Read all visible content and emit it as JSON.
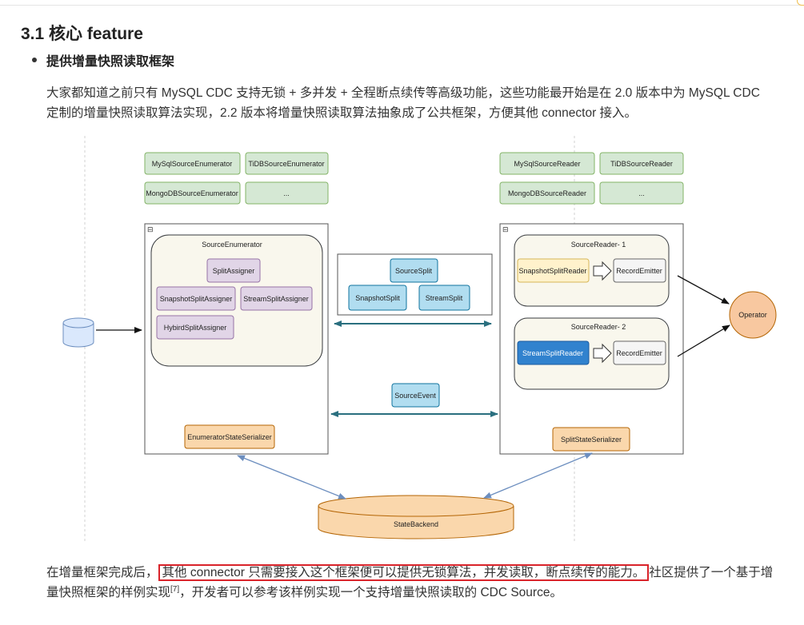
{
  "heading": "3.1 核心 feature",
  "bullet": "提供增量快照读取框架",
  "intro": "大家都知道之前只有 MySQL CDC 支持无锁 + 多并发 + 全程断点续传等高级功能，这些功能最开始是在 2.0 版本中为 MySQL CDC",
  "intro_line2": "定制的增量快照读取算法实现，2.2 版本将增量快照读取算法抽象成了公共框架，方便其他 connector 接入。",
  "diagram": {
    "enum_impls": [
      "MySqlSourceEnumerator",
      "TiDBSourceEnumerator",
      "MongoDBSourceEnumerator",
      "..."
    ],
    "reader_impls": [
      "MySqlSourceReader",
      "TiDBSourceReader",
      "MongoDBSourceReader",
      "..."
    ],
    "source_enumerator": "SourceEnumerator",
    "assigners": [
      "SplitAssigner",
      "SnapshotSplitAssigner",
      "StreamSplitAssigner",
      "HybirdSplitAssigner"
    ],
    "splits": [
      "SourceSplit",
      "SnapshotSplit",
      "StreamSplit"
    ],
    "source_event": "SourceEvent",
    "enum_serializer": "EnumeratorStateSerializer",
    "split_serializer": "SplitStateSerializer",
    "reader1_title": "SourceReader- 1",
    "reader2_title": "SourceReader- 2",
    "snapshot_reader": "SnapshotSplitReader",
    "stream_reader": "StreamSplitReader",
    "record_emitter": "RecordEmitter",
    "operator": "Operator",
    "state_backend": "StateBackend",
    "collapse_mark": "⊟"
  },
  "conclusion": {
    "prefix": "在增量框架完成后，",
    "highlight": "其他 connector 只需要接入这个框架便可以提供无锁算法，并发读取，断点续传的能力。",
    "suffix": "社区提供了一个基于增",
    "line2_pre": "量快照框架的样例实现",
    "footnote": "[7]",
    "line2_post": "，开发者可以参考该样例实现一个支持增量快照读取的 CDC Source。"
  },
  "colors": {
    "green_fill": "#d5e8d4",
    "green_stroke": "#82b366",
    "purple_fill": "#e1d5e7",
    "purple_stroke": "#9673a6",
    "blue_fill": "#b1ddf0",
    "blue_stroke": "#10739e",
    "orange_fill": "#fad7ac",
    "orange_stroke": "#b46504",
    "yellow_fill": "#fff2cc",
    "yellow_stroke": "#d6b656",
    "dark_blue_fill": "#3182ce",
    "arrow_teal": "#2a6f7f",
    "highlight_border": "#d9232a"
  }
}
